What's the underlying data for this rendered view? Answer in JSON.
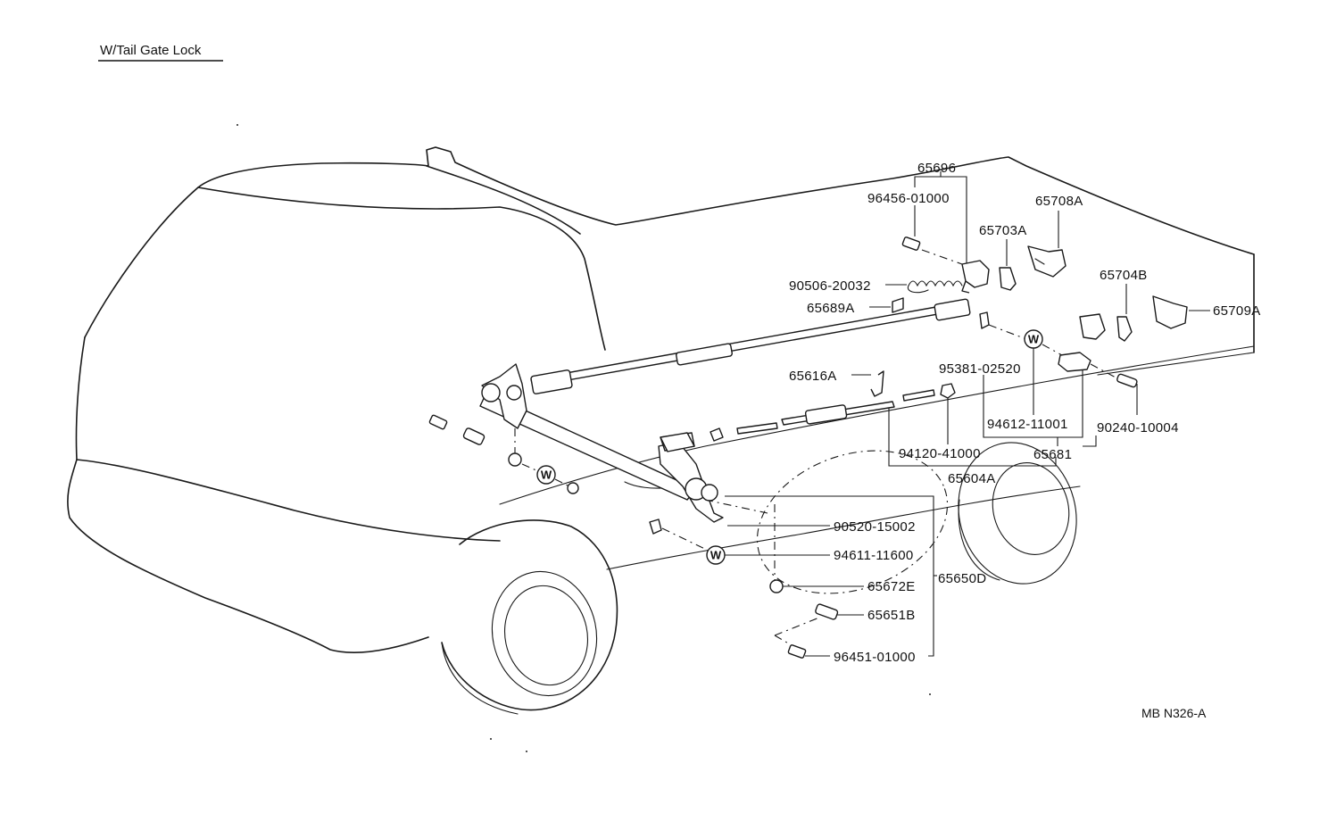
{
  "title": "W/Tail Gate Lock",
  "diagram_code": "MB N326-A",
  "washer_symbol": "W",
  "parts": [
    {
      "id": "65696",
      "label": "65696"
    },
    {
      "id": "96456-01000",
      "label": "96456-01000"
    },
    {
      "id": "65708A",
      "label": "65708A"
    },
    {
      "id": "65703A",
      "label": "65703A"
    },
    {
      "id": "90506-20032",
      "label": "90506-20032"
    },
    {
      "id": "65704B",
      "label": "65704B"
    },
    {
      "id": "65689A",
      "label": "65689A"
    },
    {
      "id": "65709A",
      "label": "65709A"
    },
    {
      "id": "95381-02520",
      "label": "95381-02520"
    },
    {
      "id": "65616A",
      "label": "65616A"
    },
    {
      "id": "94612-11001",
      "label": "94612-11001"
    },
    {
      "id": "90240-10004",
      "label": "90240-10004"
    },
    {
      "id": "94120-41000",
      "label": "94120-41000"
    },
    {
      "id": "65681",
      "label": "65681"
    },
    {
      "id": "65604A",
      "label": "65604A"
    },
    {
      "id": "90520-15002",
      "label": "90520-15002"
    },
    {
      "id": "94611-11600",
      "label": "94611-11600"
    },
    {
      "id": "65650D",
      "label": "65650D"
    },
    {
      "id": "65672E",
      "label": "65672E"
    },
    {
      "id": "65651B",
      "label": "65651B"
    },
    {
      "id": "96451-01000",
      "label": "96451-01000"
    }
  ]
}
